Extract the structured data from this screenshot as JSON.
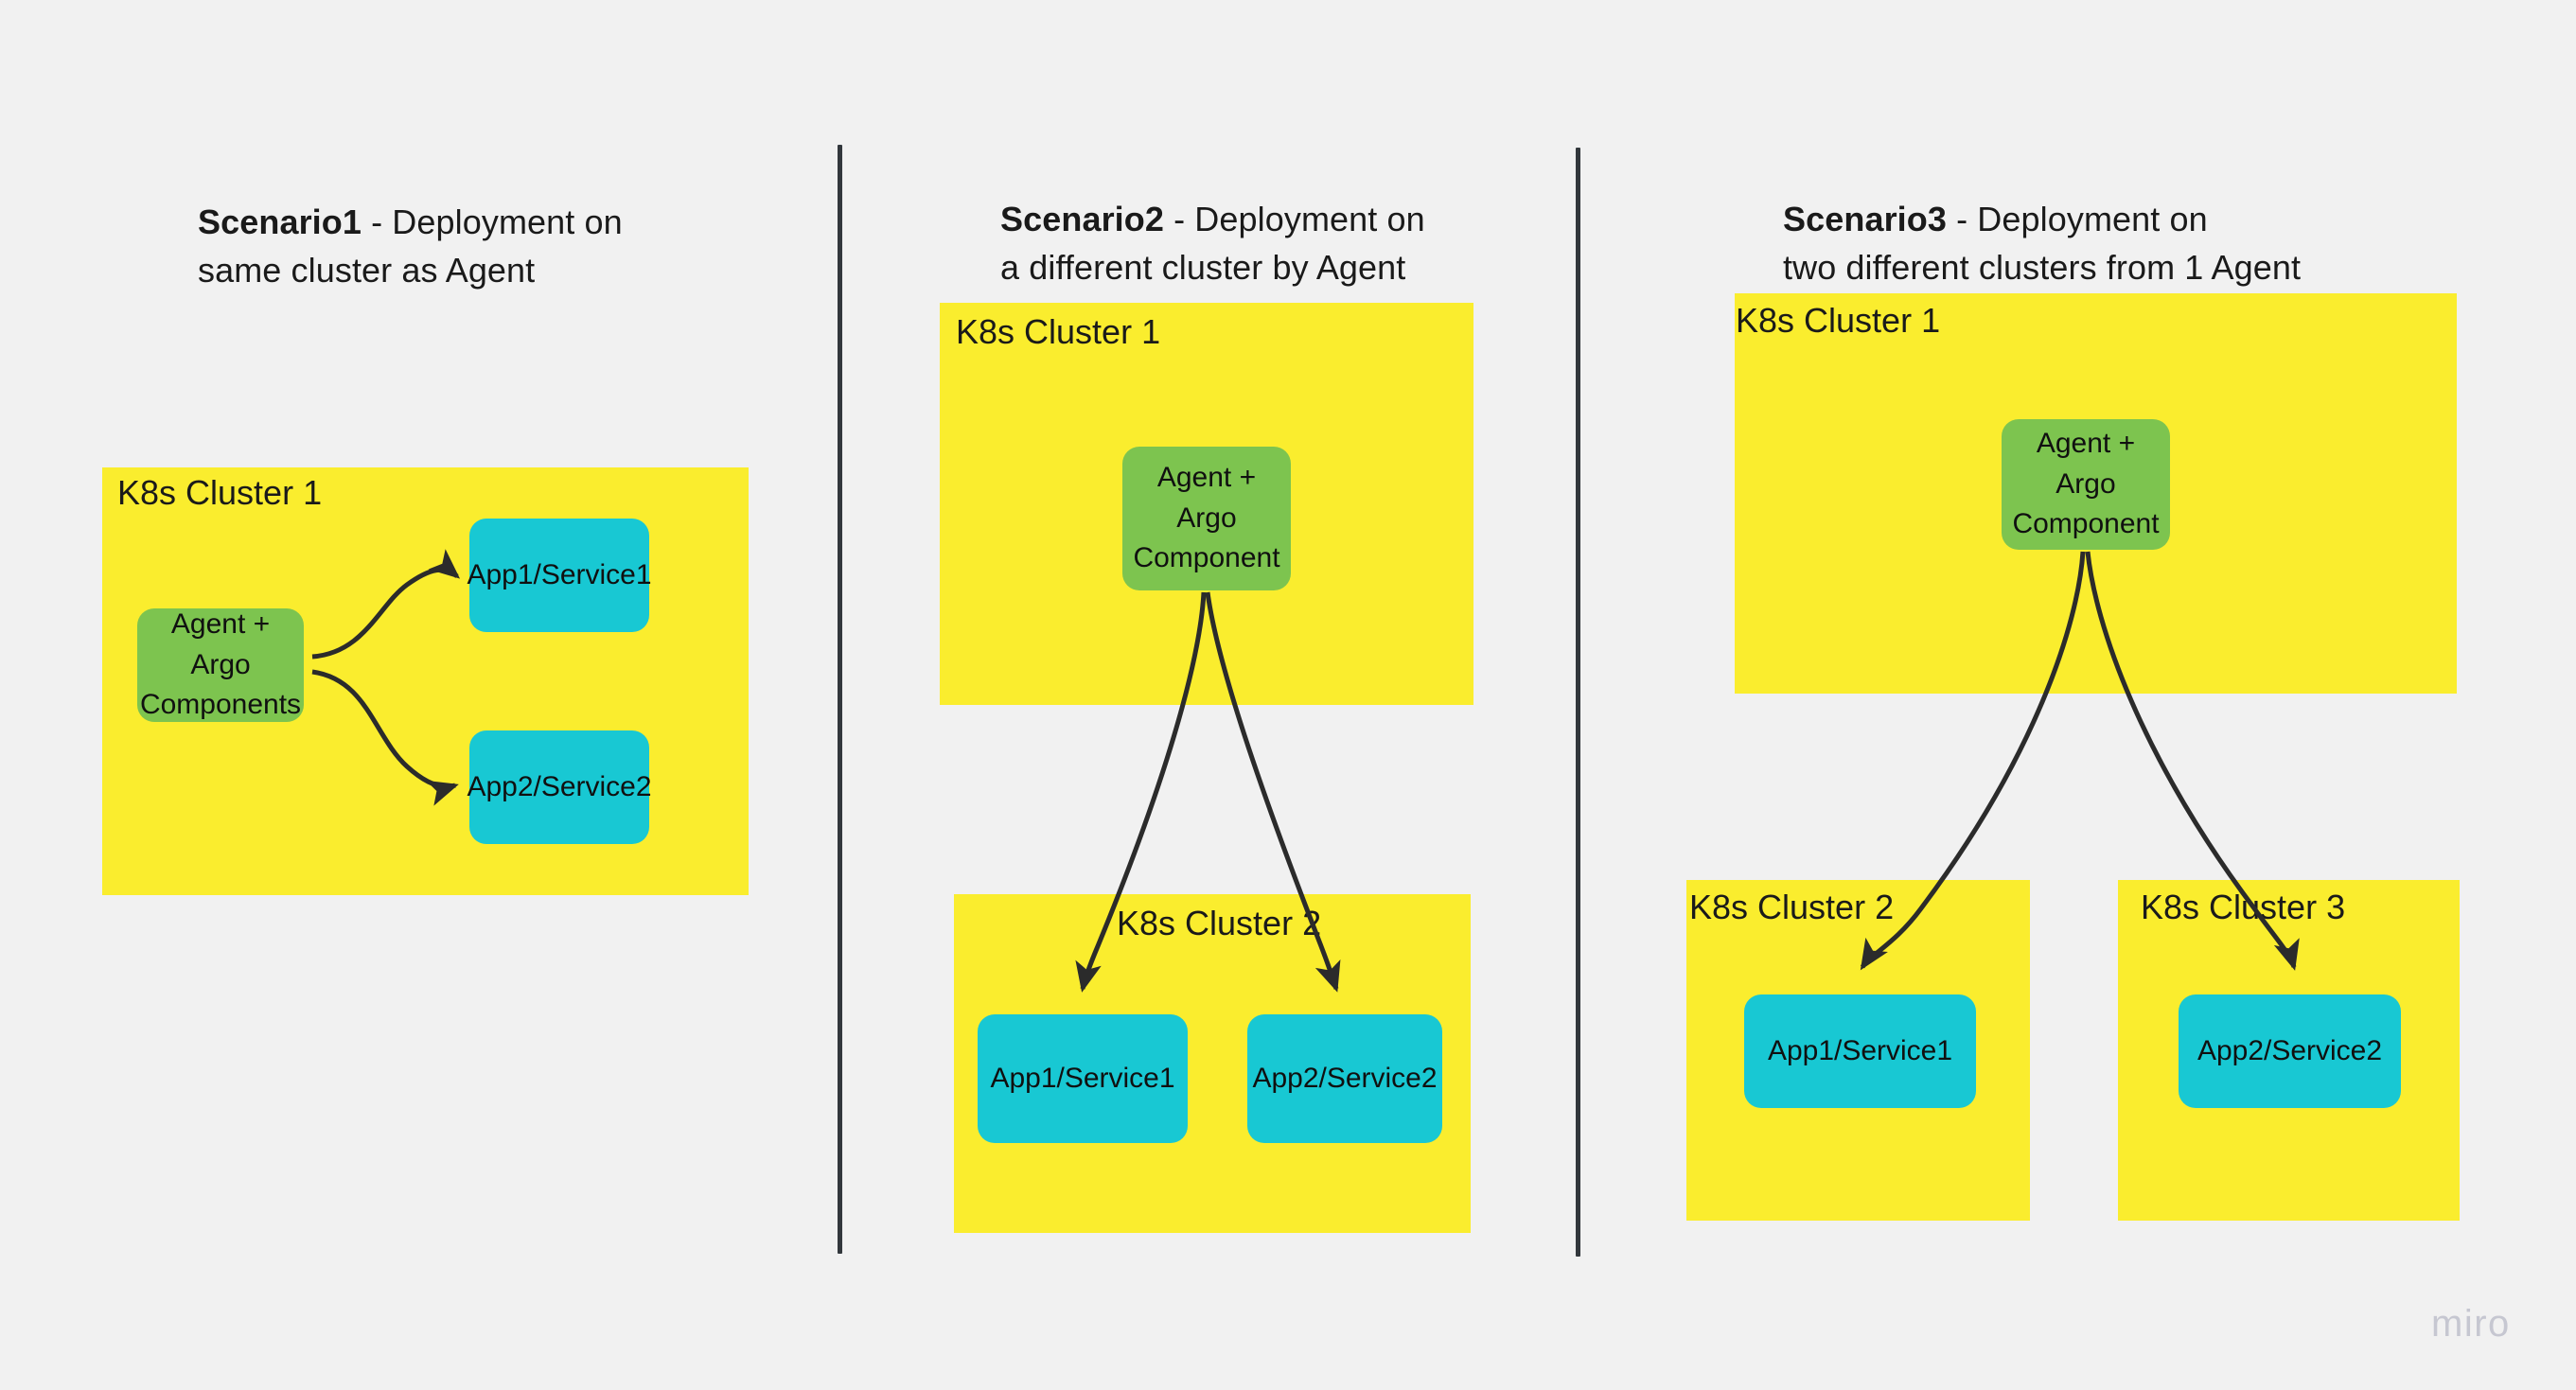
{
  "board": {
    "background_color": "#f1f1f1",
    "watermark": "miro"
  },
  "palette": {
    "cluster_yellow": "#faed2e",
    "agent_green": "#7dc44f",
    "app_cyan": "#18c8d3",
    "divider_dark": "#32373c",
    "text_dark": "#1a1a1a",
    "watermark_gray": "#c6c7d1"
  },
  "scenarios": [
    {
      "id": "scenario1",
      "title_strong": "Scenario1",
      "title_rest": " - Deployment on\nsame cluster as Agent",
      "clusters": [
        {
          "id": "s1-cluster1",
          "label": "K8s Cluster 1"
        }
      ],
      "nodes": [
        {
          "id": "s1-agent",
          "label": "Agent + Argo\nComponents",
          "type": "agent"
        },
        {
          "id": "s1-app1",
          "label": "App1/Service1",
          "type": "app"
        },
        {
          "id": "s1-app2",
          "label": "App2/Service2",
          "type": "app"
        }
      ],
      "edges": [
        {
          "from": "s1-agent",
          "to": "s1-app1"
        },
        {
          "from": "s1-agent",
          "to": "s1-app2"
        }
      ]
    },
    {
      "id": "scenario2",
      "title_strong": "Scenario2",
      "title_rest": " - Deployment on\na different cluster by Agent",
      "clusters": [
        {
          "id": "s2-cluster1",
          "label": "K8s Cluster 1"
        },
        {
          "id": "s2-cluster2",
          "label": "K8s Cluster 2"
        }
      ],
      "nodes": [
        {
          "id": "s2-agent",
          "label": "Agent +\nArgo\nComponent",
          "type": "agent"
        },
        {
          "id": "s2-app1",
          "label": "App1/Service1",
          "type": "app"
        },
        {
          "id": "s2-app2",
          "label": "App2/Service2",
          "type": "app"
        }
      ],
      "edges": [
        {
          "from": "s2-agent",
          "to": "s2-app1"
        },
        {
          "from": "s2-agent",
          "to": "s2-app2"
        }
      ]
    },
    {
      "id": "scenario3",
      "title_strong": "Scenario3",
      "title_rest": " - Deployment on\ntwo different clusters from 1 Agent",
      "clusters": [
        {
          "id": "s3-cluster1",
          "label": "K8s Cluster 1"
        },
        {
          "id": "s3-cluster2",
          "label": "K8s Cluster 2"
        },
        {
          "id": "s3-cluster3",
          "label": "K8s Cluster 3"
        }
      ],
      "nodes": [
        {
          "id": "s3-agent",
          "label": "Agent +\nArgo\nComponent",
          "type": "agent"
        },
        {
          "id": "s3-app1",
          "label": "App1/Service1",
          "type": "app"
        },
        {
          "id": "s3-app2",
          "label": "App2/Service2",
          "type": "app"
        }
      ],
      "edges": [
        {
          "from": "s3-agent",
          "to": "s3-app1"
        },
        {
          "from": "s3-agent",
          "to": "s3-app2"
        }
      ]
    }
  ]
}
